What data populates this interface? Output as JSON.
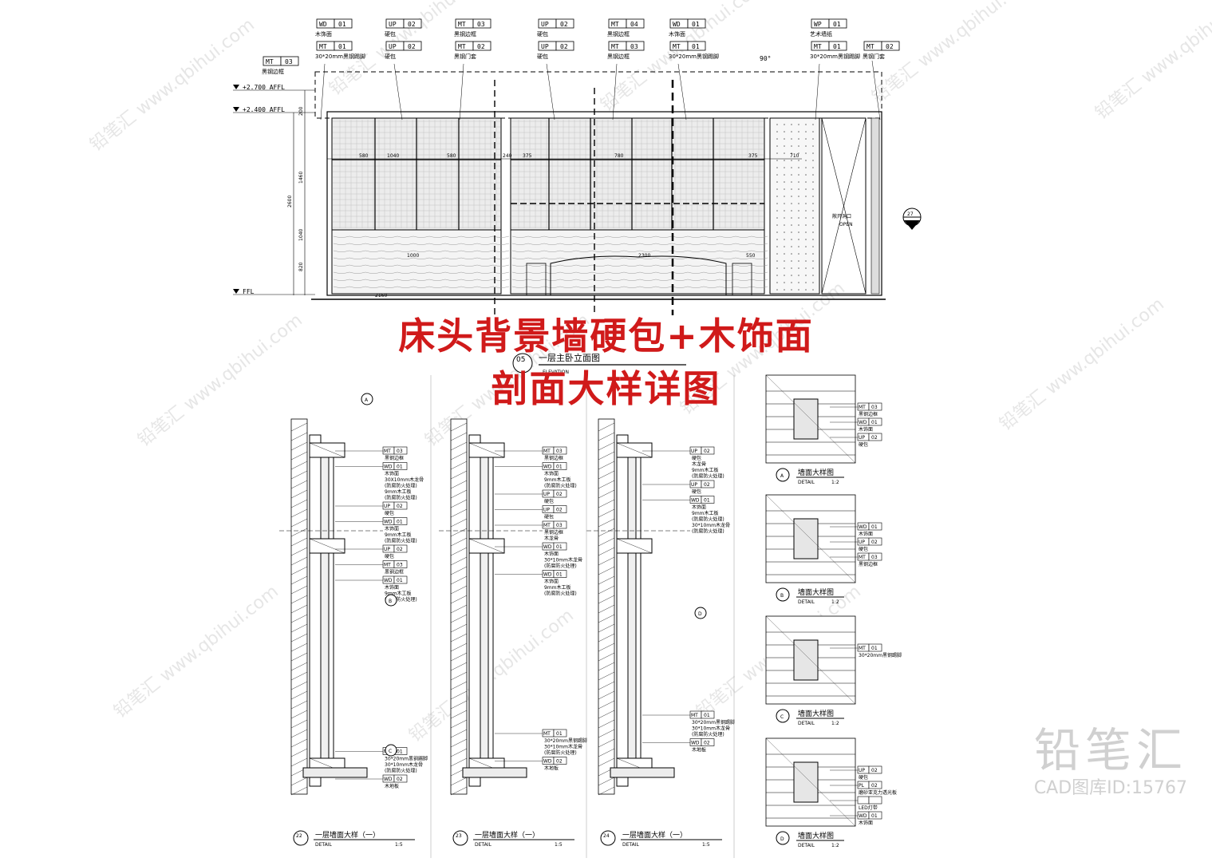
{
  "headline": {
    "line1": "床头背景墙硬包+木饰面",
    "line2": "剖面大样详图"
  },
  "elevation": {
    "title": "一层主卧立面图",
    "subtitle": "ELEVATION",
    "ref_no": "05",
    "levels": [
      "+2.700 AFFL",
      "+2.400 AFFL",
      "FFL"
    ],
    "vertical_dims": [
      "200",
      "1460",
      "2600",
      "1040",
      "820"
    ],
    "horizontal_dims": [
      "580",
      "1040",
      "580",
      "240",
      "375",
      "780",
      "375",
      "710",
      "2160",
      "1000",
      "2300",
      "550"
    ],
    "open_label": "敞开洞口\nOPEN",
    "section_marker": "27",
    "angle": "90°",
    "tag_groups": [
      {
        "tags": [
          {
            "code": "WD",
            "num": "01",
            "text": "木饰面"
          },
          {
            "code": "MT",
            "num": "01",
            "text": "30*20mm黑钢踢脚"
          }
        ]
      },
      {
        "tags": [
          {
            "code": "UP",
            "num": "02",
            "text": "硬包"
          },
          {
            "code": "UP",
            "num": "02",
            "text": "硬包"
          }
        ]
      },
      {
        "tags": [
          {
            "code": "MT",
            "num": "03",
            "text": "黑钢边框"
          },
          {
            "code": "MT",
            "num": "02",
            "text": "黑钢门套"
          }
        ]
      },
      {
        "tags": [
          {
            "code": "UP",
            "num": "02",
            "text": "硬包"
          },
          {
            "code": "UP",
            "num": "02",
            "text": "硬包"
          }
        ]
      },
      {
        "tags": [
          {
            "code": "MT",
            "num": "04",
            "text": "黑钢边框"
          },
          {
            "code": "MT",
            "num": "03",
            "text": "黑钢边框"
          }
        ]
      },
      {
        "tags": [
          {
            "code": "WD",
            "num": "01",
            "text": "木饰面"
          },
          {
            "code": "MT",
            "num": "01",
            "text": "30*20mm黑钢踢脚"
          }
        ]
      },
      {
        "tags": [
          {
            "code": "WP",
            "num": "01",
            "text": "艺术墙纸"
          },
          {
            "code": "MT",
            "num": "01",
            "text": "30*20mm黑钢踢脚"
          }
        ]
      },
      {
        "tags": [
          {
            "code": "MT",
            "num": "02",
            "text": "黑钢门套"
          }
        ]
      }
    ],
    "left_tag": {
      "code": "MT",
      "num": "03",
      "text": "黑钢边框"
    }
  },
  "sections": [
    {
      "no": "22",
      "title": "一层墙面大样（一）",
      "detail": "DETAIL",
      "scale": "1:5",
      "notes": [
        {
          "code": "MT",
          "num": "03",
          "lines": [
            "黑钢边框"
          ]
        },
        {
          "code": "WD",
          "num": "01",
          "lines": [
            "木饰面",
            "30X10mm木龙骨",
            "(防腐防火处理)",
            "9mm木工板",
            "(防腐防火处理)"
          ]
        },
        {
          "code": "UP",
          "num": "02",
          "lines": [
            "硬包"
          ]
        },
        {
          "code": "WD",
          "num": "01",
          "lines": [
            "木饰面",
            "9mm木工板",
            "(防腐防火处理)"
          ]
        },
        {
          "code": "UP",
          "num": "02",
          "lines": [
            "硬包"
          ]
        },
        {
          "code": "MT",
          "num": "03",
          "lines": [
            "黑钢边框"
          ]
        },
        {
          "code": "WD",
          "num": "01",
          "lines": [
            "木饰面",
            "9mm木工板",
            "(防腐防火处理)"
          ]
        },
        {
          "code": "MT",
          "num": "01",
          "lines": [
            "30*20mm黑钢踢脚",
            "30*10mm木龙骨",
            "(防腐防火处理)"
          ]
        },
        {
          "code": "WD",
          "num": "02",
          "lines": [
            "木地板"
          ]
        }
      ],
      "markers": [
        "A",
        "B",
        "C"
      ]
    },
    {
      "no": "23",
      "title": "一层墙面大样（一）",
      "detail": "DETAIL",
      "scale": "1:5",
      "notes": [
        {
          "code": "MT",
          "num": "03",
          "lines": [
            "黑钢边框"
          ]
        },
        {
          "code": "WD",
          "num": "01",
          "lines": [
            "木饰面",
            "9mm木工板",
            "(防腐防火处理)"
          ]
        },
        {
          "code": "UP",
          "num": "02",
          "lines": [
            "硬包"
          ]
        },
        {
          "code": "UP",
          "num": "02",
          "lines": [
            "硬包"
          ]
        },
        {
          "code": "MT",
          "num": "03",
          "lines": [
            "黑钢边框",
            "木龙骨"
          ]
        },
        {
          "code": "WD",
          "num": "01",
          "lines": [
            "木饰面",
            "30*10mm木龙骨",
            "(防腐防火处理)"
          ]
        },
        {
          "code": "WD",
          "num": "01",
          "lines": [
            "木饰面",
            "9mm木工板",
            "(防腐防火处理)"
          ]
        },
        {
          "code": "MT",
          "num": "01",
          "lines": [
            "30*20mm黑钢踢脚",
            "30*10mm木龙骨",
            "(防腐防火处理)"
          ]
        },
        {
          "code": "WD",
          "num": "02",
          "lines": [
            "木地板"
          ]
        }
      ],
      "markers": []
    },
    {
      "no": "24",
      "title": "一层墙面大样（一）",
      "detail": "DETAIL",
      "scale": "1:5",
      "notes": [
        {
          "code": "UP",
          "num": "02",
          "lines": [
            "硬包",
            "木龙骨",
            "9mm木工板",
            "(防腐防火处理)"
          ]
        },
        {
          "code": "UP",
          "num": "02",
          "lines": [
            "硬包"
          ]
        },
        {
          "code": "WD",
          "num": "01",
          "lines": [
            "木饰面",
            "9mm木工板",
            "(防腐防火处理)",
            "30*10mm木龙骨",
            "(防腐防火处理)"
          ]
        },
        {
          "code": "MT",
          "num": "01",
          "lines": [
            "30*20mm黑钢踢脚",
            "30*10mm木龙骨",
            "(防腐防火处理)"
          ]
        },
        {
          "code": "WD",
          "num": "02",
          "lines": [
            "木地板"
          ]
        }
      ],
      "markers": [
        "D"
      ]
    }
  ],
  "details": [
    {
      "mark": "A",
      "title": "墙面大样图",
      "detail": "DETAIL",
      "scale": "1:2",
      "notes": [
        {
          "code": "MT",
          "num": "03",
          "text": "黑钢边框"
        },
        {
          "code": "WD",
          "num": "01",
          "text": "木饰面"
        },
        {
          "code": "UP",
          "num": "02",
          "text": "硬包"
        }
      ]
    },
    {
      "mark": "B",
      "title": "墙面大样图",
      "detail": "DETAIL",
      "scale": "1:2",
      "notes": [
        {
          "code": "WD",
          "num": "01",
          "text": "木饰面"
        },
        {
          "code": "UP",
          "num": "02",
          "text": "硬包"
        },
        {
          "code": "MT",
          "num": "03",
          "text": "黑钢边框"
        }
      ]
    },
    {
      "mark": "C",
      "title": "墙面大样图",
      "detail": "DETAIL",
      "scale": "1:2",
      "notes": [
        {
          "code": "MT",
          "num": "01",
          "text": "30*20mm黑钢踢脚"
        }
      ]
    },
    {
      "mark": "D",
      "title": "墙面大样图",
      "detail": "DETAIL",
      "scale": "1:2",
      "notes": [
        {
          "code": "UP",
          "num": "02",
          "text": "硬包"
        },
        {
          "code": "PL",
          "num": "02",
          "text": "磨砂亚克力透光板"
        },
        {
          "code": "",
          "num": "",
          "text": "LED灯带"
        },
        {
          "code": "WD",
          "num": "01",
          "text": "木饰面"
        }
      ]
    }
  ],
  "watermark": {
    "text": "铅笔汇 www.qbihui.com"
  },
  "brand": {
    "name": "铅笔汇",
    "id_line": "CAD图库ID:15767"
  }
}
